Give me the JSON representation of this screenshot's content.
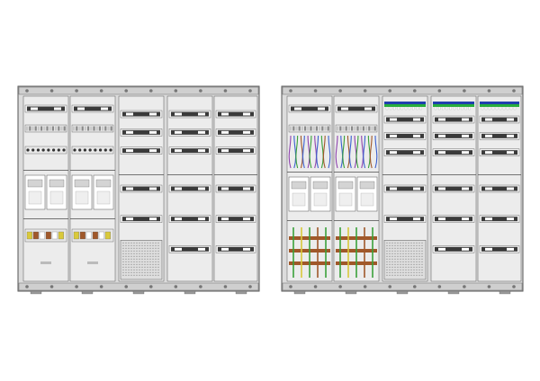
{
  "colors": {
    "background": "#ffffff",
    "cabinet_fill": "#dcdcdc",
    "frame_fill": "#cfcfcf",
    "outline": "#555555",
    "rail_dark": "#3a3a3a",
    "rail_face": "#f1f1f1",
    "panel_inner": "#ececec",
    "meter_fill": "#ffffff",
    "perforated": "#bdbdbd",
    "wire_brown": "#a0582a",
    "wire_blue": "#3a5fcf",
    "wire_green": "#3aa23a",
    "wire_yellow": "#d9c93a",
    "wire_purple": "#8e44ad",
    "busbar_blue": "#1f3fae",
    "busbar_green": "#27ae3c"
  },
  "diagrams": [
    {
      "view": "front",
      "columns": [
        {
          "kind": "meter",
          "slots": [
            "rail",
            "terminal-strip",
            "fuse-row",
            "meter-pair",
            "switch-row"
          ]
        },
        {
          "kind": "meter",
          "slots": [
            "rail",
            "terminal-strip",
            "fuse-row",
            "meter-pair",
            "switch-row"
          ]
        },
        {
          "kind": "distribution",
          "upper_rails": 3,
          "lower_rails": 2,
          "has_perforated_cover": true
        },
        {
          "kind": "distribution",
          "upper_rails": 3,
          "lower_rails": 3,
          "has_perforated_cover": false
        },
        {
          "kind": "distribution",
          "upper_rails": 3,
          "lower_rails": 3,
          "has_perforated_cover": false
        }
      ]
    },
    {
      "view": "open",
      "columns": [
        {
          "kind": "meter-wired",
          "slots": [
            "rail",
            "terminal-strip",
            "wiring",
            "meter-pair",
            "busbar-wiring"
          ]
        },
        {
          "kind": "meter-wired",
          "slots": [
            "rail",
            "terminal-strip",
            "wiring",
            "meter-pair",
            "busbar-wiring"
          ]
        },
        {
          "kind": "distribution",
          "upper_rails": 3,
          "lower_rails": 2,
          "has_perforated_cover": true,
          "top_busbar": true
        },
        {
          "kind": "distribution",
          "upper_rails": 3,
          "lower_rails": 3,
          "has_perforated_cover": false,
          "top_busbar": true
        },
        {
          "kind": "distribution",
          "upper_rails": 3,
          "lower_rails": 3,
          "has_perforated_cover": false,
          "top_busbar": true
        }
      ]
    }
  ]
}
